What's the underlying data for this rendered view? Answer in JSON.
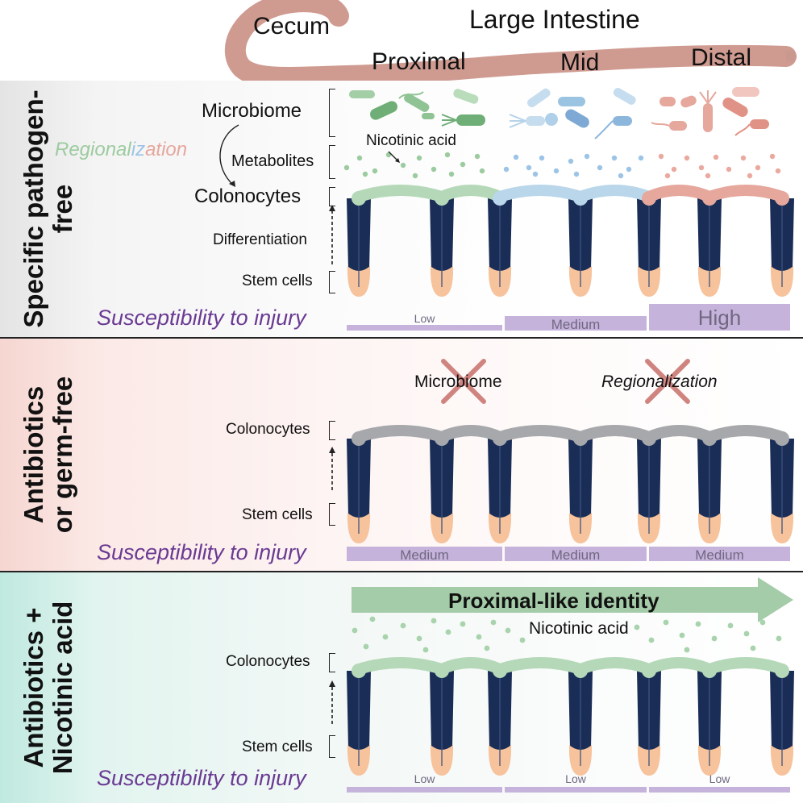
{
  "header": {
    "cecum": "Cecum",
    "large_intestine": "Large Intestine",
    "regions": [
      "Proximal",
      "Mid",
      "Distal"
    ]
  },
  "panels": [
    {
      "side_label": "Specific pathogen-\nfree",
      "labels": {
        "microbiome": "Microbiome",
        "regionalization": [
          "Regional",
          "iz",
          "ation"
        ],
        "metabolites": "Metabolites",
        "colonocytes": "Colonocytes",
        "differentiation": "Differentiation",
        "stem_cells": "Stem cells",
        "nicotinic_acid": "Nicotinic acid"
      },
      "susceptibility_label": "Susceptibility to injury",
      "susceptibility": [
        "Low",
        "Medium",
        "High"
      ]
    },
    {
      "side_label": "Antibiotics\nor germ-free",
      "labels": {
        "colonocytes": "Colonocytes",
        "stem_cells": "Stem cells",
        "crossed_microbiome": "Microbiome",
        "crossed_regionalization": "Regionalization"
      },
      "susceptibility_label": "Susceptibility to injury",
      "susceptibility": [
        "Medium",
        "Medium",
        "Medium"
      ]
    },
    {
      "side_label": "Antibiotics +\nNicotinic acid",
      "labels": {
        "arrow": "Proximal-like identity",
        "nicotinic_acid": "Nicotinic acid",
        "colonocytes": "Colonocytes",
        "stem_cells": "Stem cells"
      },
      "susceptibility_label": "Susceptibility to injury",
      "susceptibility": [
        "Low",
        "Low",
        "Low"
      ]
    }
  ],
  "colors": {
    "proximal": "#b5d9b8",
    "mid": "#b9d6ea",
    "distal": "#e6a79d",
    "germfree": "#a7a8ab",
    "crypt": "#192d56",
    "stem": "#f6c39c",
    "intestine": "#cf9b91",
    "bar": "#c6b3db",
    "susceptibility_text": "#6a3a93",
    "cross": "#c9706b",
    "arrow": "#a4cca8"
  }
}
